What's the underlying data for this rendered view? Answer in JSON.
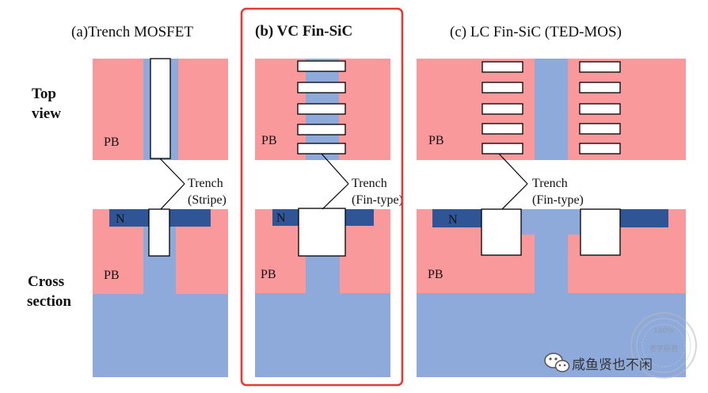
{
  "colors": {
    "p_base": "#f9999c",
    "n_drift": "#8eaadb",
    "n_plus": "#2f5597",
    "oxide": "#ffffff",
    "highlight": "#e53935"
  },
  "panels": [
    {
      "title": "(a)Trench MOSFET",
      "pb_top": "PB",
      "pb_cross": "PB",
      "n_label": "N"
    },
    {
      "title": "(b) VC Fin-SiC",
      "pb_top": "PB",
      "pb_cross": "PB",
      "n_label": "N",
      "highlighted": true
    },
    {
      "title": "(c) LC Fin-SiC (TED-MOS)",
      "pb_top": "PB",
      "pb_cross": "PB",
      "n_label": "N"
    }
  ],
  "row_labels": {
    "top_view": [
      "Top",
      "view"
    ],
    "cross_section": [
      "Cross",
      "section"
    ]
  },
  "callouts": [
    {
      "line1": "Trench",
      "line2": "(Stripe)"
    },
    {
      "line1": "Trench",
      "line2": "(Fin-type)"
    },
    {
      "line1": "Trench",
      "line2": "(Fin-type)"
    }
  ],
  "watermark": {
    "text": "咸鱼贤也不闲",
    "stamp_line1": "100%",
    "stamp_line2": "苍宇辰君"
  }
}
